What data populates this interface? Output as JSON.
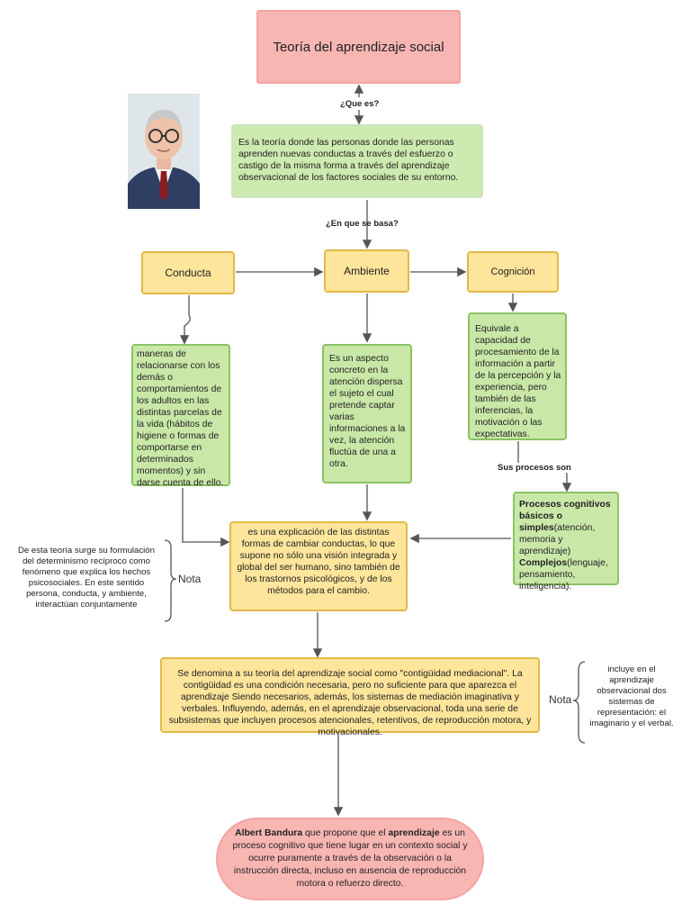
{
  "title": "Teoría del aprendizaje social",
  "labels": {
    "que_es": "¿Que es?",
    "en_que_se_basa": "¿En que se basa?",
    "sus_procesos": "Sus procesos son"
  },
  "definition": "Es la teoría donde las personas donde las personas aprenden nuevas conductas a través del esfuerzo o castigo de la misma forma a través del aprendizaje observacional de los factores sociales de su entorno.",
  "categories": {
    "conducta": "Conducta",
    "ambiente": "Ambiente",
    "cognicion": "Cognición"
  },
  "conducta_desc": "maneras de relacionarse con los demás o comportamientos de los adultos en las distintas parcelas de la vida (hábitos de higiene o formas de comportarse en determinados momentos) y sin darse cuenta de ello.",
  "ambiente_desc": "Es un aspecto concreto  en la atención dispersa el sujeto el cual pretende captar varias informaciones a la vez, la atención fluctúa de una a otra.",
  "cognicion_desc": "Equivale a capacidad de procesamiento de la información a partir de la percepción y la experiencia, pero también de las inferencias, la motivación o las expectativas.",
  "procesos": {
    "basicos_bold": "Procesos cognitivos básicos o simples",
    "basicos_rest": "(atención, memoria y aprendizaje)",
    "complejos_bold": "Complejos",
    "complejos_rest": "(lenguaje, pensamiento, inteligencia)."
  },
  "explicacion": "es una explicación de las distintas formas de cambiar conductas, lo que supone no sólo una visión integrada y global del ser humano, sino también de los trastornos psicológicos, y de los métodos para el cambio.",
  "nota_left": {
    "text": "De esta teoría surge su formulación del determinismo recíproco como fenómeno que explica los hechos psicosociales. En este sentido persona, conducta, y ambiente, interactúan conjuntamente",
    "label": "Nota"
  },
  "contiguidad": "Se denomina a su teoría del aprendizaje social como \"contigüidad mediacional\". La contigüidad es una condición necesaria, pero no suficiente para que aparezca el aprendizaje Siendo necesarios, además, los sistemas de mediación imaginativa y verbales. Influyendo, además, en el aprendizaje observacional, toda una serie de subsistemas que incluyen procesos atencionales, retentivos, de reproducción motora, y motivacionales.",
  "nota_right": {
    "text": "incluye en el aprendizaje observacional dos sistemas de representación: el imaginario y el verbal.",
    "label": "Nota"
  },
  "final": {
    "name_bold": "Albert Bandura",
    "part1": " que propone que el ",
    "aprendizaje_bold": "aprendizaje",
    "part2": " es un proceso cognitivo que tiene lugar en un contexto social y ocurre puramente a través de la observación o la instrucción directa, incluso en ausencia de reproducción motora o refuerzo directo."
  },
  "colors": {
    "pink": "#f8b6b3",
    "green": "#c9e8a8",
    "yellow": "#fde59b",
    "line": "#555555"
  }
}
